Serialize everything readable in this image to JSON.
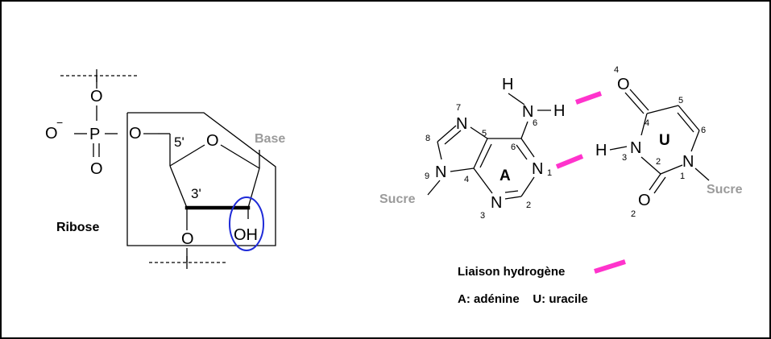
{
  "colors": {
    "hydrogen_bond": "#ff33cc",
    "oh_highlight": "#1f2bd8",
    "grey_label": "#9b9b9b"
  },
  "ribose": {
    "phosphate": {
      "O_top": "O",
      "O_minus": "O",
      "minus": "−",
      "P": "P",
      "O_bottom": "O",
      "O_link": "O"
    },
    "ring_O": "O",
    "c5_label": "5'",
    "c3_label": "3'",
    "O_lower": "O",
    "OH": "OH",
    "base_label": "Base",
    "name": "Ribose"
  },
  "adenine": {
    "letter": "A",
    "H_top": "H",
    "N6": "N",
    "H_side": "H",
    "N7": "N",
    "N9": "N",
    "N1": "N",
    "N3": "N",
    "sucre": "Sucre",
    "numbers": {
      "n8": "8",
      "n7": "7",
      "n5": "5",
      "n6a": "6",
      "n6b": "6",
      "n9": "9",
      "n4": "4",
      "n1": "1",
      "n3": "3",
      "n2": "2"
    }
  },
  "uracil": {
    "letter": "U",
    "O4": "O",
    "H3": "H",
    "N3": "N",
    "N1": "N",
    "O2": "O",
    "sucre": "Sucre",
    "numbers": {
      "n4top": "4",
      "n5": "5",
      "n4": "4",
      "n6": "6",
      "n3": "3",
      "n2": "2",
      "n1": "1",
      "n2b": "2"
    }
  },
  "legend": {
    "hbond_label": "Liaison hydrogène",
    "abbrev": "A: adénine    U: uracile"
  }
}
